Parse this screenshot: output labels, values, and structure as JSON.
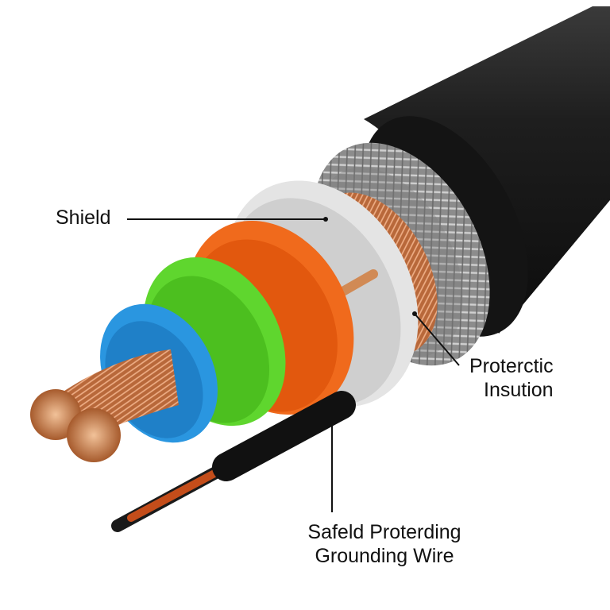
{
  "diagram": {
    "labels": {
      "shield": "Shield",
      "protective_line1": "Proterctic",
      "protective_line2": "Insution",
      "grounding_line1": "Safeld Proterding",
      "grounding_line2": "Grounding Wire"
    },
    "colors": {
      "jacket": "#1c1c1c",
      "braid": "#9a9a9a",
      "white_layer": "#e2e2e2",
      "orange": "#f06a1c",
      "green": "#5fd62e",
      "blue": "#2a96e0",
      "copper": "#c97a45",
      "leader_line": "#111111"
    }
  }
}
